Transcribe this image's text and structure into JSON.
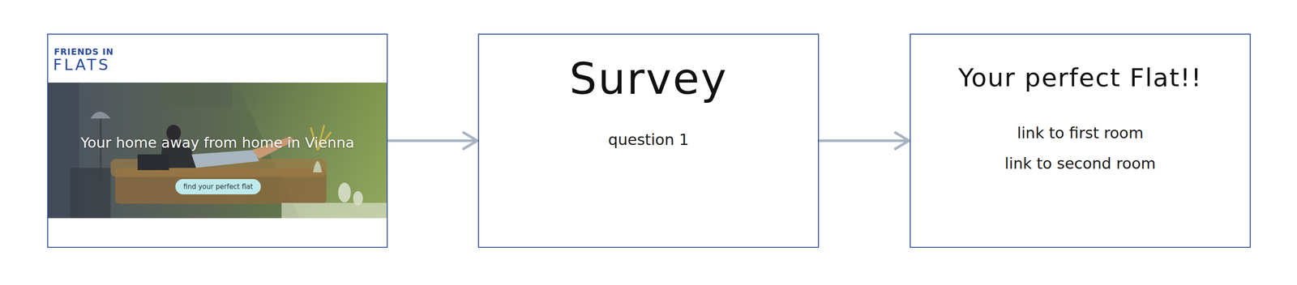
{
  "diagram": {
    "nodes": [
      {
        "text": [
          "Your home away from home in Vienna"
        ]
      },
      {
        "text": [
          "find your perfect flat"
        ],
        "in": 0
      },
      {
        "text": [
          "Survey",
          "question 1"
        ]
      },
      {
        "text": [
          "Your perfect Flat!!",
          "link to first room",
          "link to second room"
        ]
      }
    ],
    "edges": [
      {
        "from": 0,
        "to": 2,
        "arrow": "to"
      },
      {
        "from": 2,
        "to": 3,
        "arrow": "to"
      }
    ],
    "labels": [
      "FRIENDS IN",
      "FLATS"
    ]
  }
}
